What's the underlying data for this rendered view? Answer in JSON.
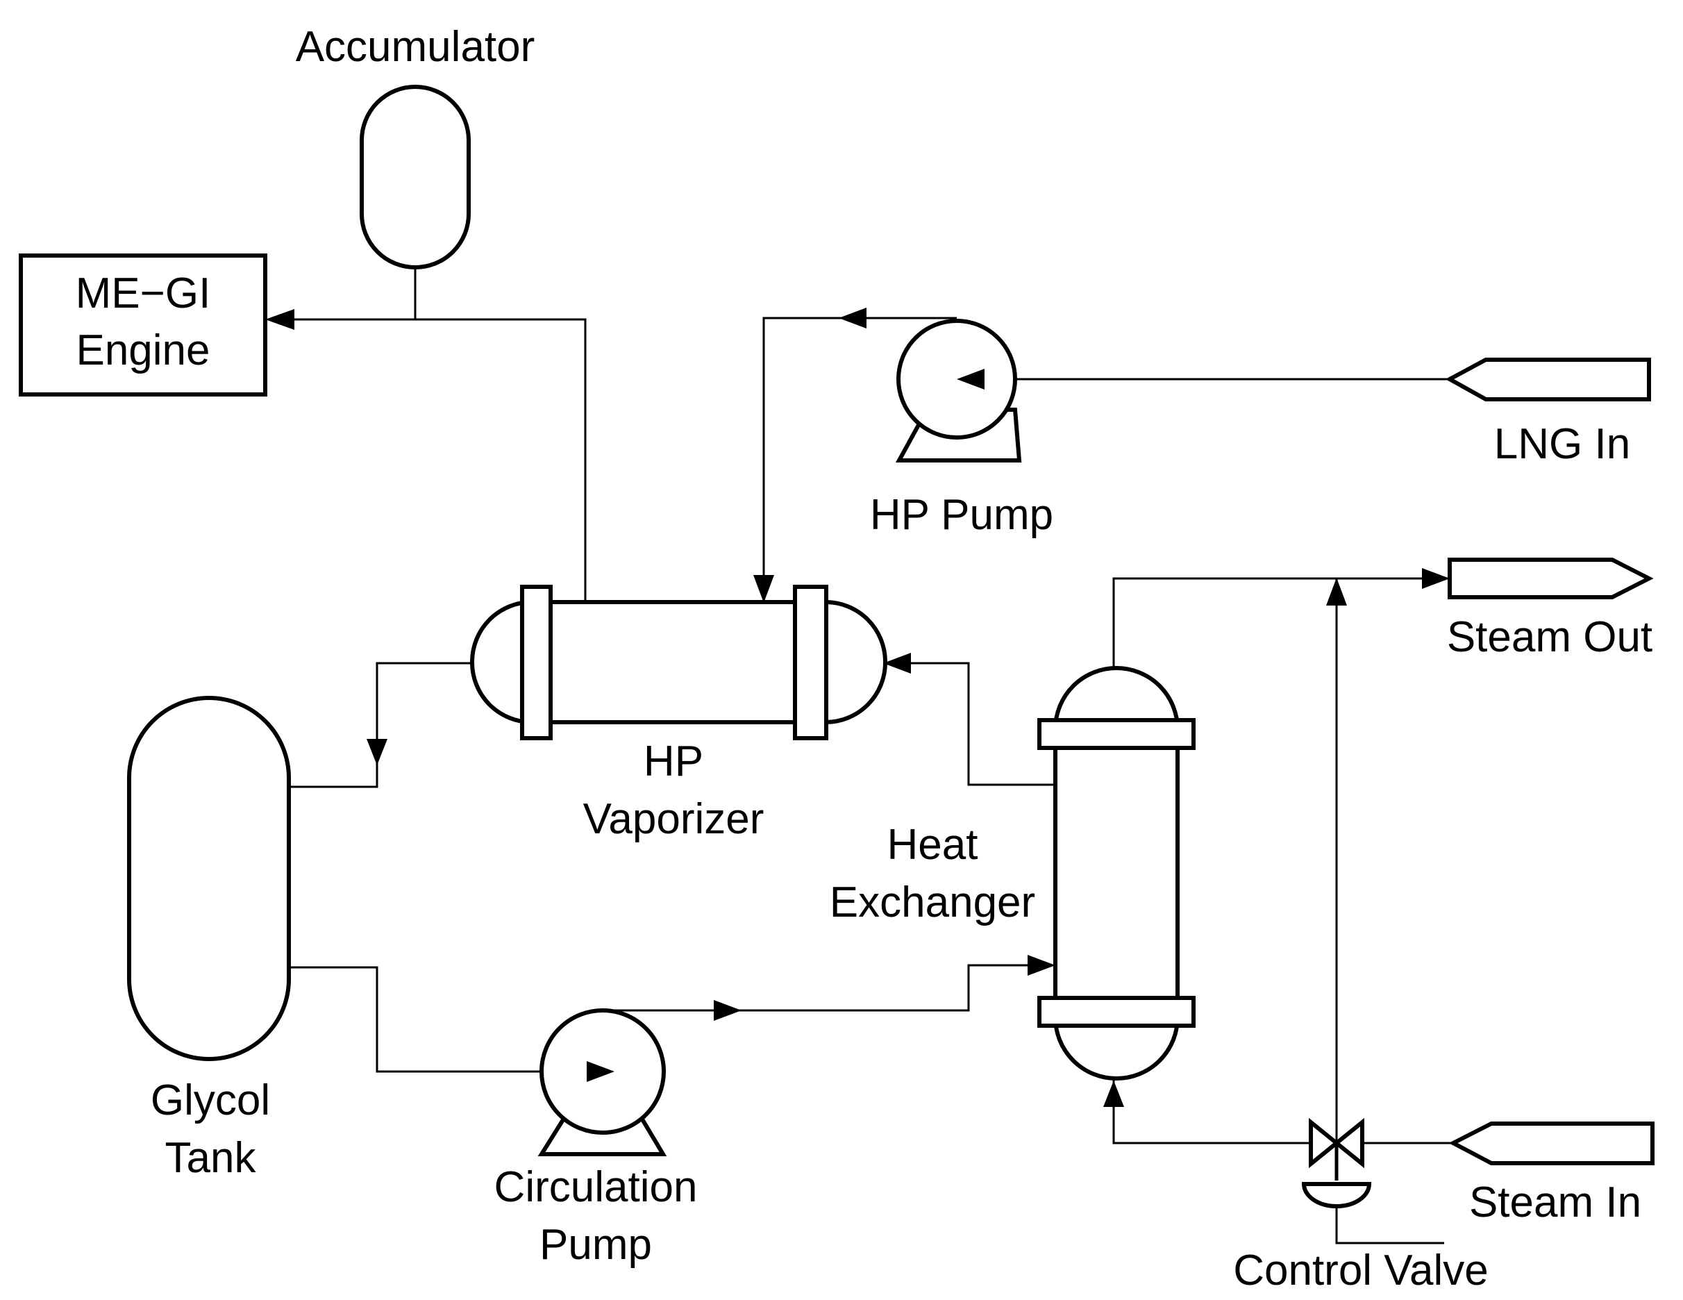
{
  "labels": {
    "accumulator": "Accumulator",
    "engine_line1": "ME−GI",
    "engine_line2": "Engine",
    "lng_in": "LNG In",
    "hp_pump": "HP Pump",
    "steam_out": "Steam Out",
    "hp_vaporizer_line1": "HP",
    "hp_vaporizer_line2": "Vaporizer",
    "heat_exchanger_line1": "Heat",
    "heat_exchanger_line2": "Exchanger",
    "glycol_tank_line1": "Glycol",
    "glycol_tank_line2": "Tank",
    "circulation_pump_line1": "Circulation",
    "circulation_pump_line2": "Pump",
    "steam_in": "Steam In",
    "control_valve": "Control Valve"
  }
}
